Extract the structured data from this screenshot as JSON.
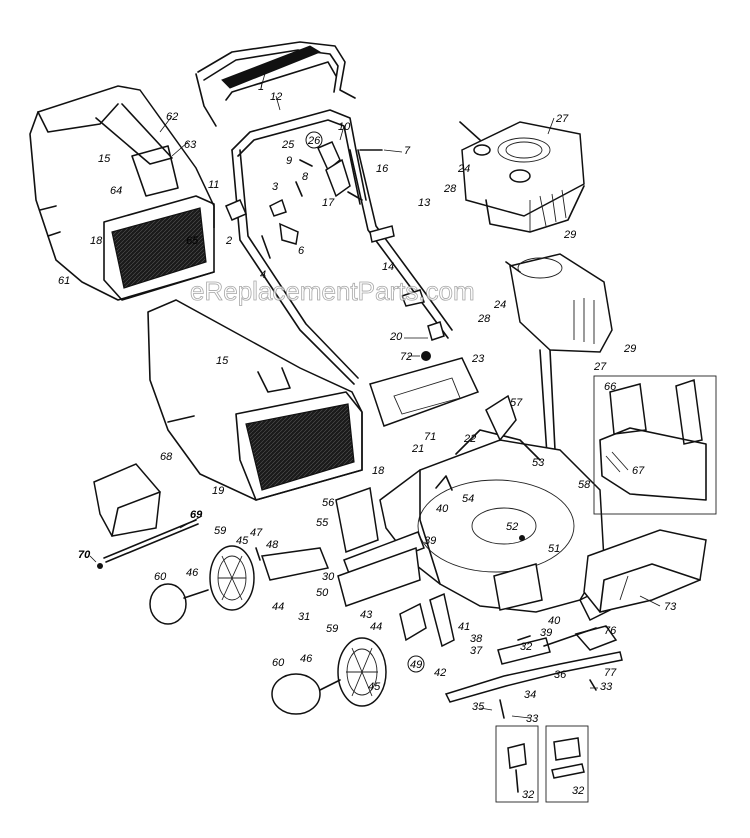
{
  "watermark": "eReplacementParts.com",
  "callouts": {
    "c1": "1",
    "c12": "12",
    "c10": "10",
    "c25": "25",
    "c26": "26",
    "c7": "7",
    "c9": "9",
    "c8": "8",
    "c16": "16",
    "c17": "17",
    "c11": "11",
    "c3": "3",
    "c2": "2",
    "c4": "4",
    "c6": "6",
    "c13": "13",
    "c14": "14",
    "c62": "62",
    "c63": "63",
    "c15a": "15",
    "c64": "64",
    "c65": "65",
    "c18a": "18",
    "c61": "61",
    "c27a": "27",
    "c24a": "24",
    "c28a": "28",
    "c29a": "29",
    "c24b": "24",
    "c28b": "28",
    "c29b": "29",
    "c27b": "27",
    "c20": "20",
    "c72": "72",
    "c23": "23",
    "c15b": "15",
    "c57": "57",
    "c71": "71",
    "c21": "21",
    "c22": "22",
    "c18b": "18",
    "c19": "19",
    "c68": "68",
    "c53": "53",
    "c58": "58",
    "c66": "66",
    "c67": "67",
    "c54": "54",
    "c56": "56",
    "c55": "55",
    "c40a": "40",
    "c39a": "39",
    "c52": "52",
    "c51": "51",
    "c69": "69",
    "c70": "70",
    "c59a": "59",
    "c47": "47",
    "c45a": "45",
    "c48": "48",
    "c30": "30",
    "c50": "50",
    "c60a": "60",
    "c46a": "46",
    "c44a": "44",
    "c31": "31",
    "c43": "43",
    "c44b": "44",
    "c41": "41",
    "c40b": "40",
    "c39b": "39",
    "c76": "76",
    "c38": "38",
    "c37": "37",
    "c32a": "32",
    "c73": "73",
    "c59b": "59",
    "c49": "49",
    "c36": "36",
    "c77": "77",
    "c33a": "33",
    "c60b": "60",
    "c46b": "46",
    "c45b": "45",
    "c42": "42",
    "c34": "34",
    "c35": "35",
    "c33b": "33",
    "c32b": "32",
    "c32c": "32"
  }
}
